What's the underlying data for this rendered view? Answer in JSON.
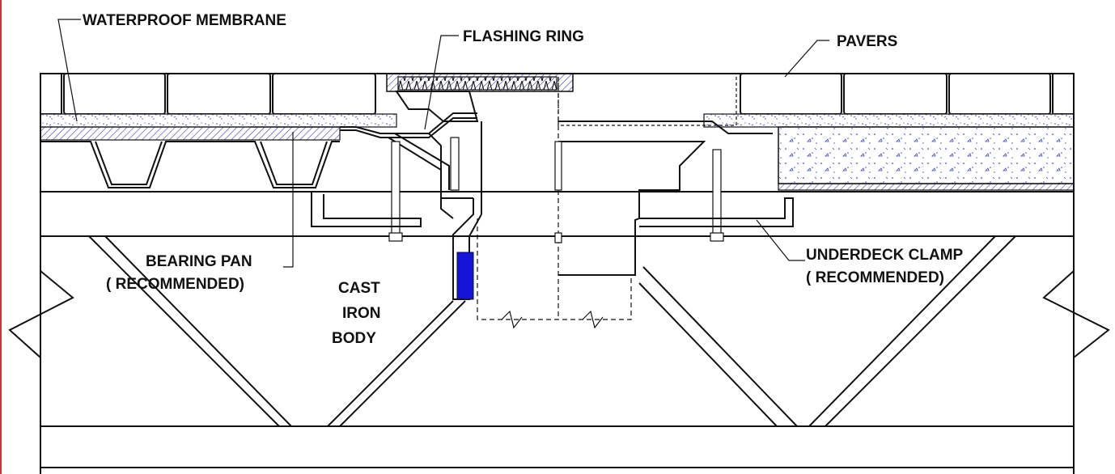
{
  "labels": {
    "waterproof_membrane": "WATERPROOF MEMBRANE",
    "flashing_ring": "FLASHING RING",
    "pavers": "PAVERS",
    "bearing_pan_line1": "BEARING PAN",
    "bearing_pan_line2": "( RECOMMENDED)",
    "cast_iron_line1": "CAST",
    "cast_iron_line2": "IRON",
    "cast_iron_line3": "BODY",
    "underdeck_line1": "UNDERDECK CLAMP",
    "underdeck_line2": "( RECOMMENDED)"
  },
  "colors": {
    "frame": "#d9302c",
    "hatch": "#3a3ab0",
    "sealant": "#1414d8",
    "insulation": "#3c46c8",
    "line": "#111111"
  }
}
